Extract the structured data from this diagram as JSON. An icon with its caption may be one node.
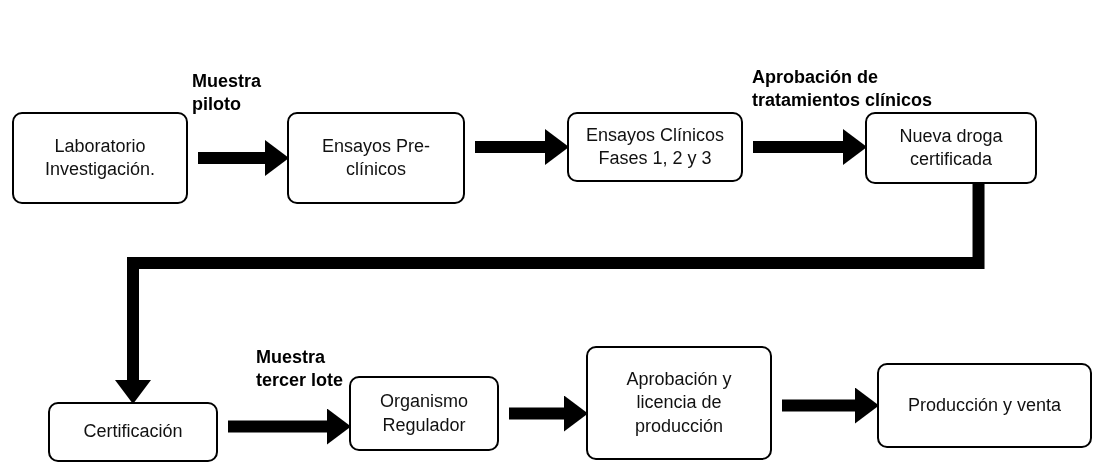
{
  "diagram": {
    "nodes": [
      {
        "text": [
          "Laboratorio Investigación."
        ]
      },
      {
        "text": [
          "Ensayos Pre-clínicos"
        ]
      },
      {
        "text": [
          "Ensayos Clínicos Fases 1, 2 y 3"
        ]
      },
      {
        "text": [
          "Nueva droga certificada"
        ]
      },
      {
        "text": [
          "Certificación"
        ]
      },
      {
        "text": [
          "Organismo Regulador"
        ]
      },
      {
        "text": [
          "Aprobación y licencia de producción"
        ]
      },
      {
        "text": [
          "Producción y venta"
        ]
      }
    ],
    "edges": [
      {
        "from": 0,
        "to": 1,
        "arrow": "to",
        "label": "Muestra piloto"
      },
      {
        "from": 1,
        "to": 2,
        "arrow": "to"
      },
      {
        "from": 2,
        "to": 3,
        "arrow": "to",
        "label": "Aprobación de tratamientos clínicos"
      },
      {
        "from": 3,
        "to": 4,
        "arrow": "to"
      },
      {
        "from": 4,
        "to": 5,
        "arrow": "to",
        "label": "Muestra tercer lote"
      },
      {
        "from": 5,
        "to": 6,
        "arrow": "to"
      },
      {
        "from": 6,
        "to": 7,
        "arrow": "to"
      }
    ]
  }
}
